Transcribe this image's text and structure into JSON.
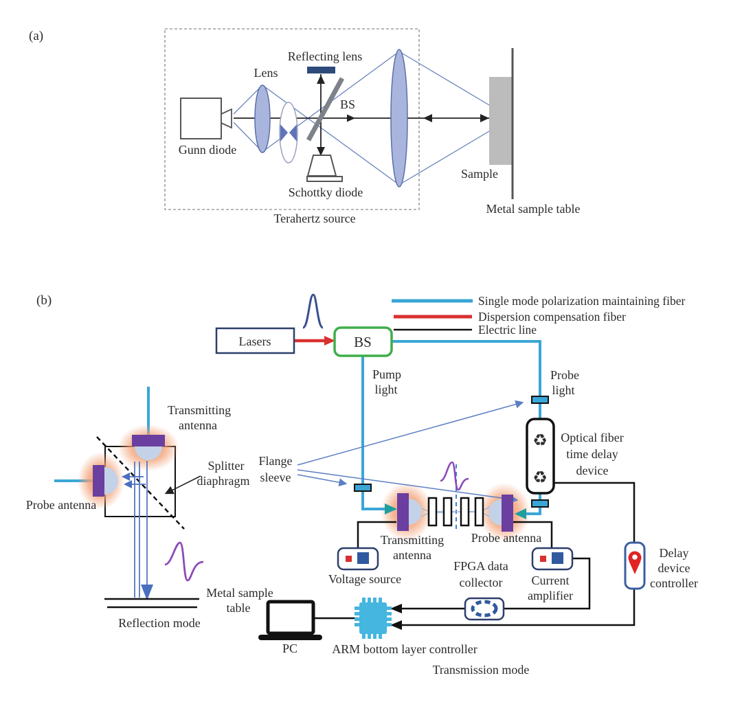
{
  "figure": {
    "type": "scientific-diagram",
    "description_visible_panels": [
      "(a)",
      "(b)"
    ]
  },
  "panel_a": {
    "tag": "(a)",
    "labels": {
      "reflecting_lens": "Reflecting lens",
      "lens": "Lens",
      "bs": "BS",
      "gunn_diode": "Gunn diode",
      "schottky_diode": "Schottky diode",
      "sample": "Sample",
      "metal_sample_table": "Metal sample table",
      "terahertz_source": "Terahertz source"
    }
  },
  "panel_b": {
    "tag": "(b)",
    "legend": [
      {
        "label": "Single mode polarization maintaining fiber",
        "color": "#3aa6d6"
      },
      {
        "label": "Dispersion compensation fiber",
        "color": "#d93030"
      },
      {
        "label": "Electric line",
        "color": "#111111"
      }
    ],
    "labels": {
      "lasers": "Lasers",
      "bs": "BS",
      "pump_light": [
        "Pump",
        "light"
      ],
      "probe_light": [
        "Probe",
        "light"
      ],
      "delay_device": [
        "Optical fiber",
        "time delay",
        "device"
      ],
      "flange_sleeve": [
        "Flange",
        "sleeve"
      ],
      "splitter_diaphragm": [
        "Splitter",
        "diaphragm"
      ],
      "transmitting_antenna_left": [
        "Transmitting",
        "antenna"
      ],
      "probe_antenna_left": "Probe antenna",
      "transmitting_antenna_main": [
        "Transmitting",
        "antenna"
      ],
      "probe_antenna_main": "Probe antenna",
      "voltage_source": "Voltage source",
      "fpga_collector": [
        "FPGA data",
        "collector"
      ],
      "current_amplifier": [
        "Current",
        "amplifier"
      ],
      "delay_controller": [
        "Delay",
        "device",
        "controller"
      ],
      "metal_sample_table": [
        "Metal sample",
        "table"
      ],
      "reflection_mode": "Reflection mode",
      "pc": "PC",
      "arm_controller": "ARM bottom layer controller",
      "transmission_mode": "Transmission mode"
    }
  },
  "colors": {
    "fiber": "#3aa6d6",
    "dispersion_fiber": "#d93030",
    "electric_line": "#111111",
    "bs_box_green": "#3fae49",
    "antenna_purple": "#6a3fa0",
    "antenna_glow": "#f0935f",
    "pulse_purple": "#8b4bb8",
    "recycle_green": "#2f9e4f",
    "pin_red": "#e02424",
    "chip_cyan": "#45b6df",
    "lens_blue": "#a9b5dc",
    "beam_blue": "#5b7fc4"
  }
}
